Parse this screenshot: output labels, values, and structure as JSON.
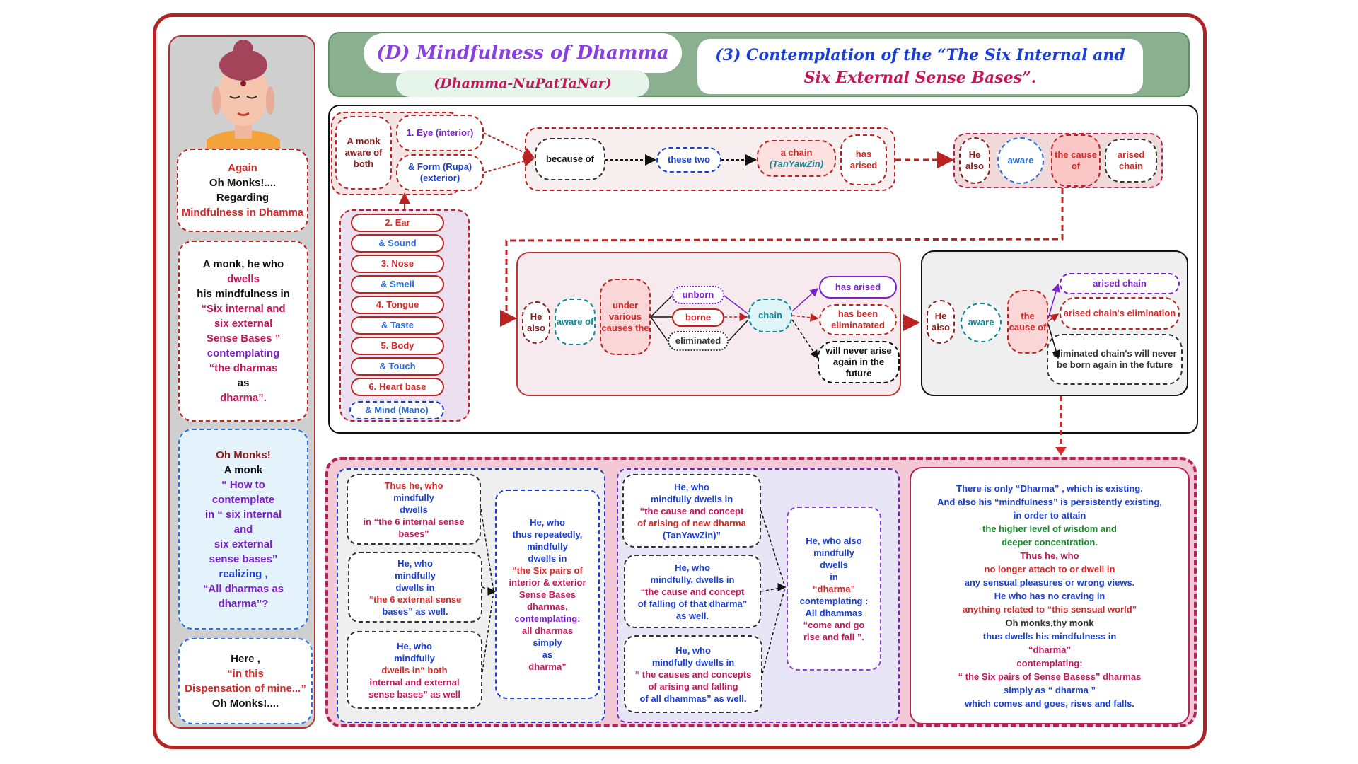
{
  "header": {
    "title_left": "(D) Mindfulness of Dhamma",
    "subtitle_left": "(Dhamma-NuPatTaNar)",
    "title_right_line1": "(3) Contemplation of the “The Six Internal and",
    "title_right_line2": "Six External Sense Bases”."
  },
  "sidebar": {
    "box1": [
      "Again",
      "Oh Monks!....",
      "Regarding",
      "Mindfulness in Dhamma"
    ],
    "box2": [
      "A monk, he who",
      "dwells",
      "his mindfulness in",
      "“Six internal and",
      "six external",
      "Sense Bases ”",
      "contemplating",
      "“the dharmas",
      "as",
      "dharma”."
    ],
    "box3": [
      "Oh Monks!",
      "A monk",
      "“ How to",
      "contemplate",
      "in “ six internal",
      "and",
      "six external",
      "sense bases”",
      "realizing ,",
      "“All dharmas as",
      "dharma”?"
    ],
    "box4": [
      "Here ,",
      "“in this",
      "Dispensation of mine...”",
      "Oh Monks!...."
    ]
  },
  "diagram": {
    "monk": "A monk aware of both",
    "eye": "1. Eye (interior)",
    "form": "& Form (Rupa) (exterior)",
    "senses": [
      "2. Ear",
      "& Sound",
      "3. Nose",
      "& Smell",
      "4. Tongue",
      "& Taste",
      "5. Body",
      "& Touch",
      "6. Heart base",
      "& Mind (Mano)"
    ],
    "because_of": "because of",
    "these_two": "these two",
    "a_chain": "a chain",
    "tanyawzin": "(TanYawZin)",
    "has_arised": "has arised",
    "he_also": "He also",
    "aware": "aware",
    "the_cause_of": "the cause of",
    "arised_chain": "arised chain",
    "he_also2": "He also",
    "aware_of": "aware of",
    "under_causes": "under various causes the",
    "unborn": "unborn",
    "borne": "borne",
    "eliminated": "eliminated",
    "chain": "chain",
    "has_arised2": "has arised",
    "has_been_eliminated": "has been eliminatated",
    "never_arise": "will never arise again in the future",
    "he_also3": "He also",
    "aware3": "aware",
    "the_cause_of3": "the cause of",
    "arised_chain3": "arised chain",
    "arised_chain_elim": "arised chain's elimination",
    "elim_never": "eliminated chain's will never be born again in the future"
  },
  "bottom": {
    "c1": [
      "Thus he, who",
      "mindfully",
      "dwells",
      "in “the 6 internal sense",
      "bases”"
    ],
    "c2": [
      "He, who",
      "mindfully",
      "dwells in",
      "“the 6 external sense",
      "bases” as well."
    ],
    "c3": [
      "He, who",
      "mindfully",
      "dwells in“ both",
      "internal and external",
      "sense bases” as well"
    ],
    "c4": [
      "He, who",
      "thus repeatedly,",
      "mindfully",
      "dwells in",
      "“the Six pairs of",
      "interior & exterior",
      "Sense Bases",
      "dharmas,",
      "contemplating:",
      "all dharmas",
      "simply",
      "as",
      "dharma”"
    ],
    "c5": [
      "He, who",
      "mindfully dwells in",
      "“the cause  and concept",
      "of arising of new dharma",
      "(TanYawZin)”"
    ],
    "c6": [
      "He, who",
      "mindfully, dwells in",
      "“the cause and concept",
      "of falling of that dharma”",
      "as well."
    ],
    "c7": [
      "He, who",
      "mindfully dwells in",
      "“ the causes and concepts",
      "of arising and  falling",
      "of all dhammas” as well."
    ],
    "c8": [
      "He, who also",
      "mindfully",
      "dwells",
      "in",
      "“dharma”",
      "contemplating :",
      "All dhammas",
      "“come and go",
      "rise and fall ”."
    ],
    "c9": [
      "There is only “Dharma” , which is existing.",
      "And also his “mindfulness” is persistently existing,",
      "in order to attain",
      "the higher level of  wisdom and",
      "deeper concentration.",
      "Thus he, who",
      "no longer attach to or dwell in",
      "any sensual pleasures or wrong views.",
      "He who has no craving in",
      "anything related  to  “this sensual world”",
      "Oh monks,thy monk",
      "thus dwells his mindfulness in",
      "“dharma”",
      "contemplating:",
      "“ the Six pairs of Sense Basess” dharmas",
      "simply  as  “ dharma ”",
      "which comes and goes, rises and falls."
    ]
  },
  "colors": {
    "frame": "#b22424",
    "header": "#8ab08f",
    "bottom": "#f3c9d6"
  }
}
